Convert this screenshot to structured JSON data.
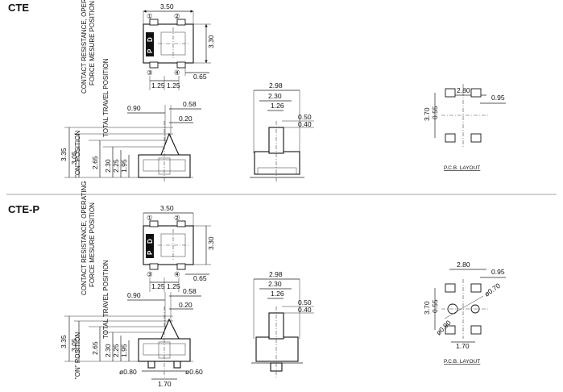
{
  "sections": [
    {
      "title": "CTE",
      "top_view": {
        "w": "3.50",
        "h": "3.30",
        "pins": [
          "①",
          "②",
          "③",
          "④"
        ],
        "marks": [
          "D",
          "P"
        ],
        "p1": "0.65",
        "p2a": "1.25",
        "p2b": "1.25"
      },
      "side_view": {
        "d1": "0.90",
        "d2": "0.58",
        "d3": "0.20",
        "h1": "3.35",
        "h2": "3.05",
        "h3": "2.65",
        "h4": "2.30",
        "h5": "2.25",
        "h6": "1.95"
      },
      "labels": {
        "on": "\"ON\" POSITION",
        "contact1": "CONTACT RESISTANCE, OPERATING",
        "contact2": "FORCE MESURE POSITION",
        "travel": "TOTAL TRAVEL POSITION"
      },
      "front_view": {
        "w1": "2.98",
        "w2": "2.30",
        "w3": "1.26",
        "r1": "0.50",
        "r2": "0.40"
      },
      "pcb": {
        "w": "2.80",
        "x": "0.95",
        "h": "3.70",
        "y": "0.55",
        "caption": "P.C.B. LAYOUT"
      }
    },
    {
      "title": "CTE-P",
      "top_view": {
        "w": "3.50",
        "h": "3.30",
        "pins": [
          "①",
          "②",
          "③",
          "④"
        ],
        "marks": [
          "D",
          "P"
        ],
        "p1": "0.65",
        "p2a": "1.25",
        "p2b": "1.25"
      },
      "side_view": {
        "d1": "0.90",
        "d2": "0.58",
        "d3": "0.20",
        "h1": "3.35",
        "h2": "3.05",
        "h3": "2.65",
        "h4": "2.30",
        "h5": "2.25",
        "h6": "1.95",
        "b1": "ø0.80",
        "b2": "ø0.60",
        "b3": "1.70"
      },
      "labels": {
        "on": "\"ON\" POSITION",
        "contact1": "CONTACT RESISTANCE, OPERATING",
        "contact2": "FORCE MESURE POSITION",
        "travel": "TOTAL TRAVEL POSITION"
      },
      "front_view": {
        "w1": "2.98",
        "w2": "2.30",
        "w3": "1.26",
        "r1": "0.50",
        "r2": "0.40"
      },
      "pcb": {
        "w": "2.80",
        "x": "0.95",
        "h": "3.70",
        "y": "0.55",
        "c1": "ø0.70",
        "c2": "ø0.90",
        "b": "1.70",
        "caption": "P.C.B. LAYOUT"
      }
    }
  ]
}
